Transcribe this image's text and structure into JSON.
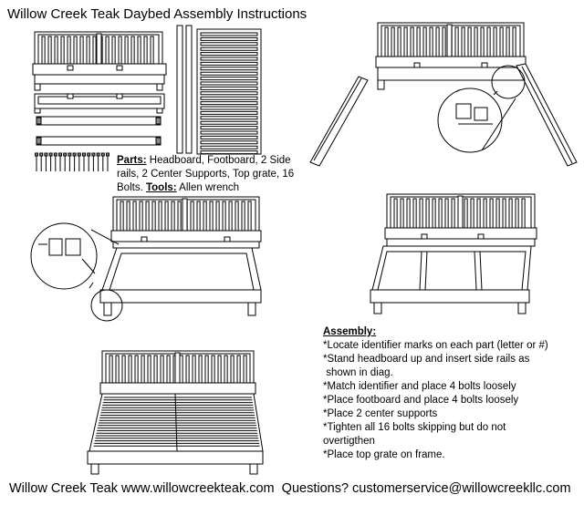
{
  "document": {
    "title": "Willow Creek Teak Daybed Assembly Instructions",
    "parts": {
      "label": "Parts:",
      "text": " Headboard, Footboard, 2 Side rails, 2 Center Supports, Top grate, 16 Bolts. ",
      "tools_label": "Tools:",
      "tools_text": " Allen wrench"
    },
    "assembly": {
      "title": "Assembly:",
      "steps": [
        "*Locate identifier marks on each part (letter or #)",
        "*Stand headboard up and insert side rails as",
        " shown in diag.",
        "*Match identifier and place 4 bolts loosely",
        "*Place footboard and place 4 bolts loosely",
        "*Place 2 center supports",
        "*Tighten all 16 bolts skipping but do not",
        "overtigthen",
        "*Place top grate on frame."
      ]
    },
    "footer": "Willow Creek Teak www.willowcreekteak.com  Questions? customerservice@willowcreekllc.com"
  }
}
